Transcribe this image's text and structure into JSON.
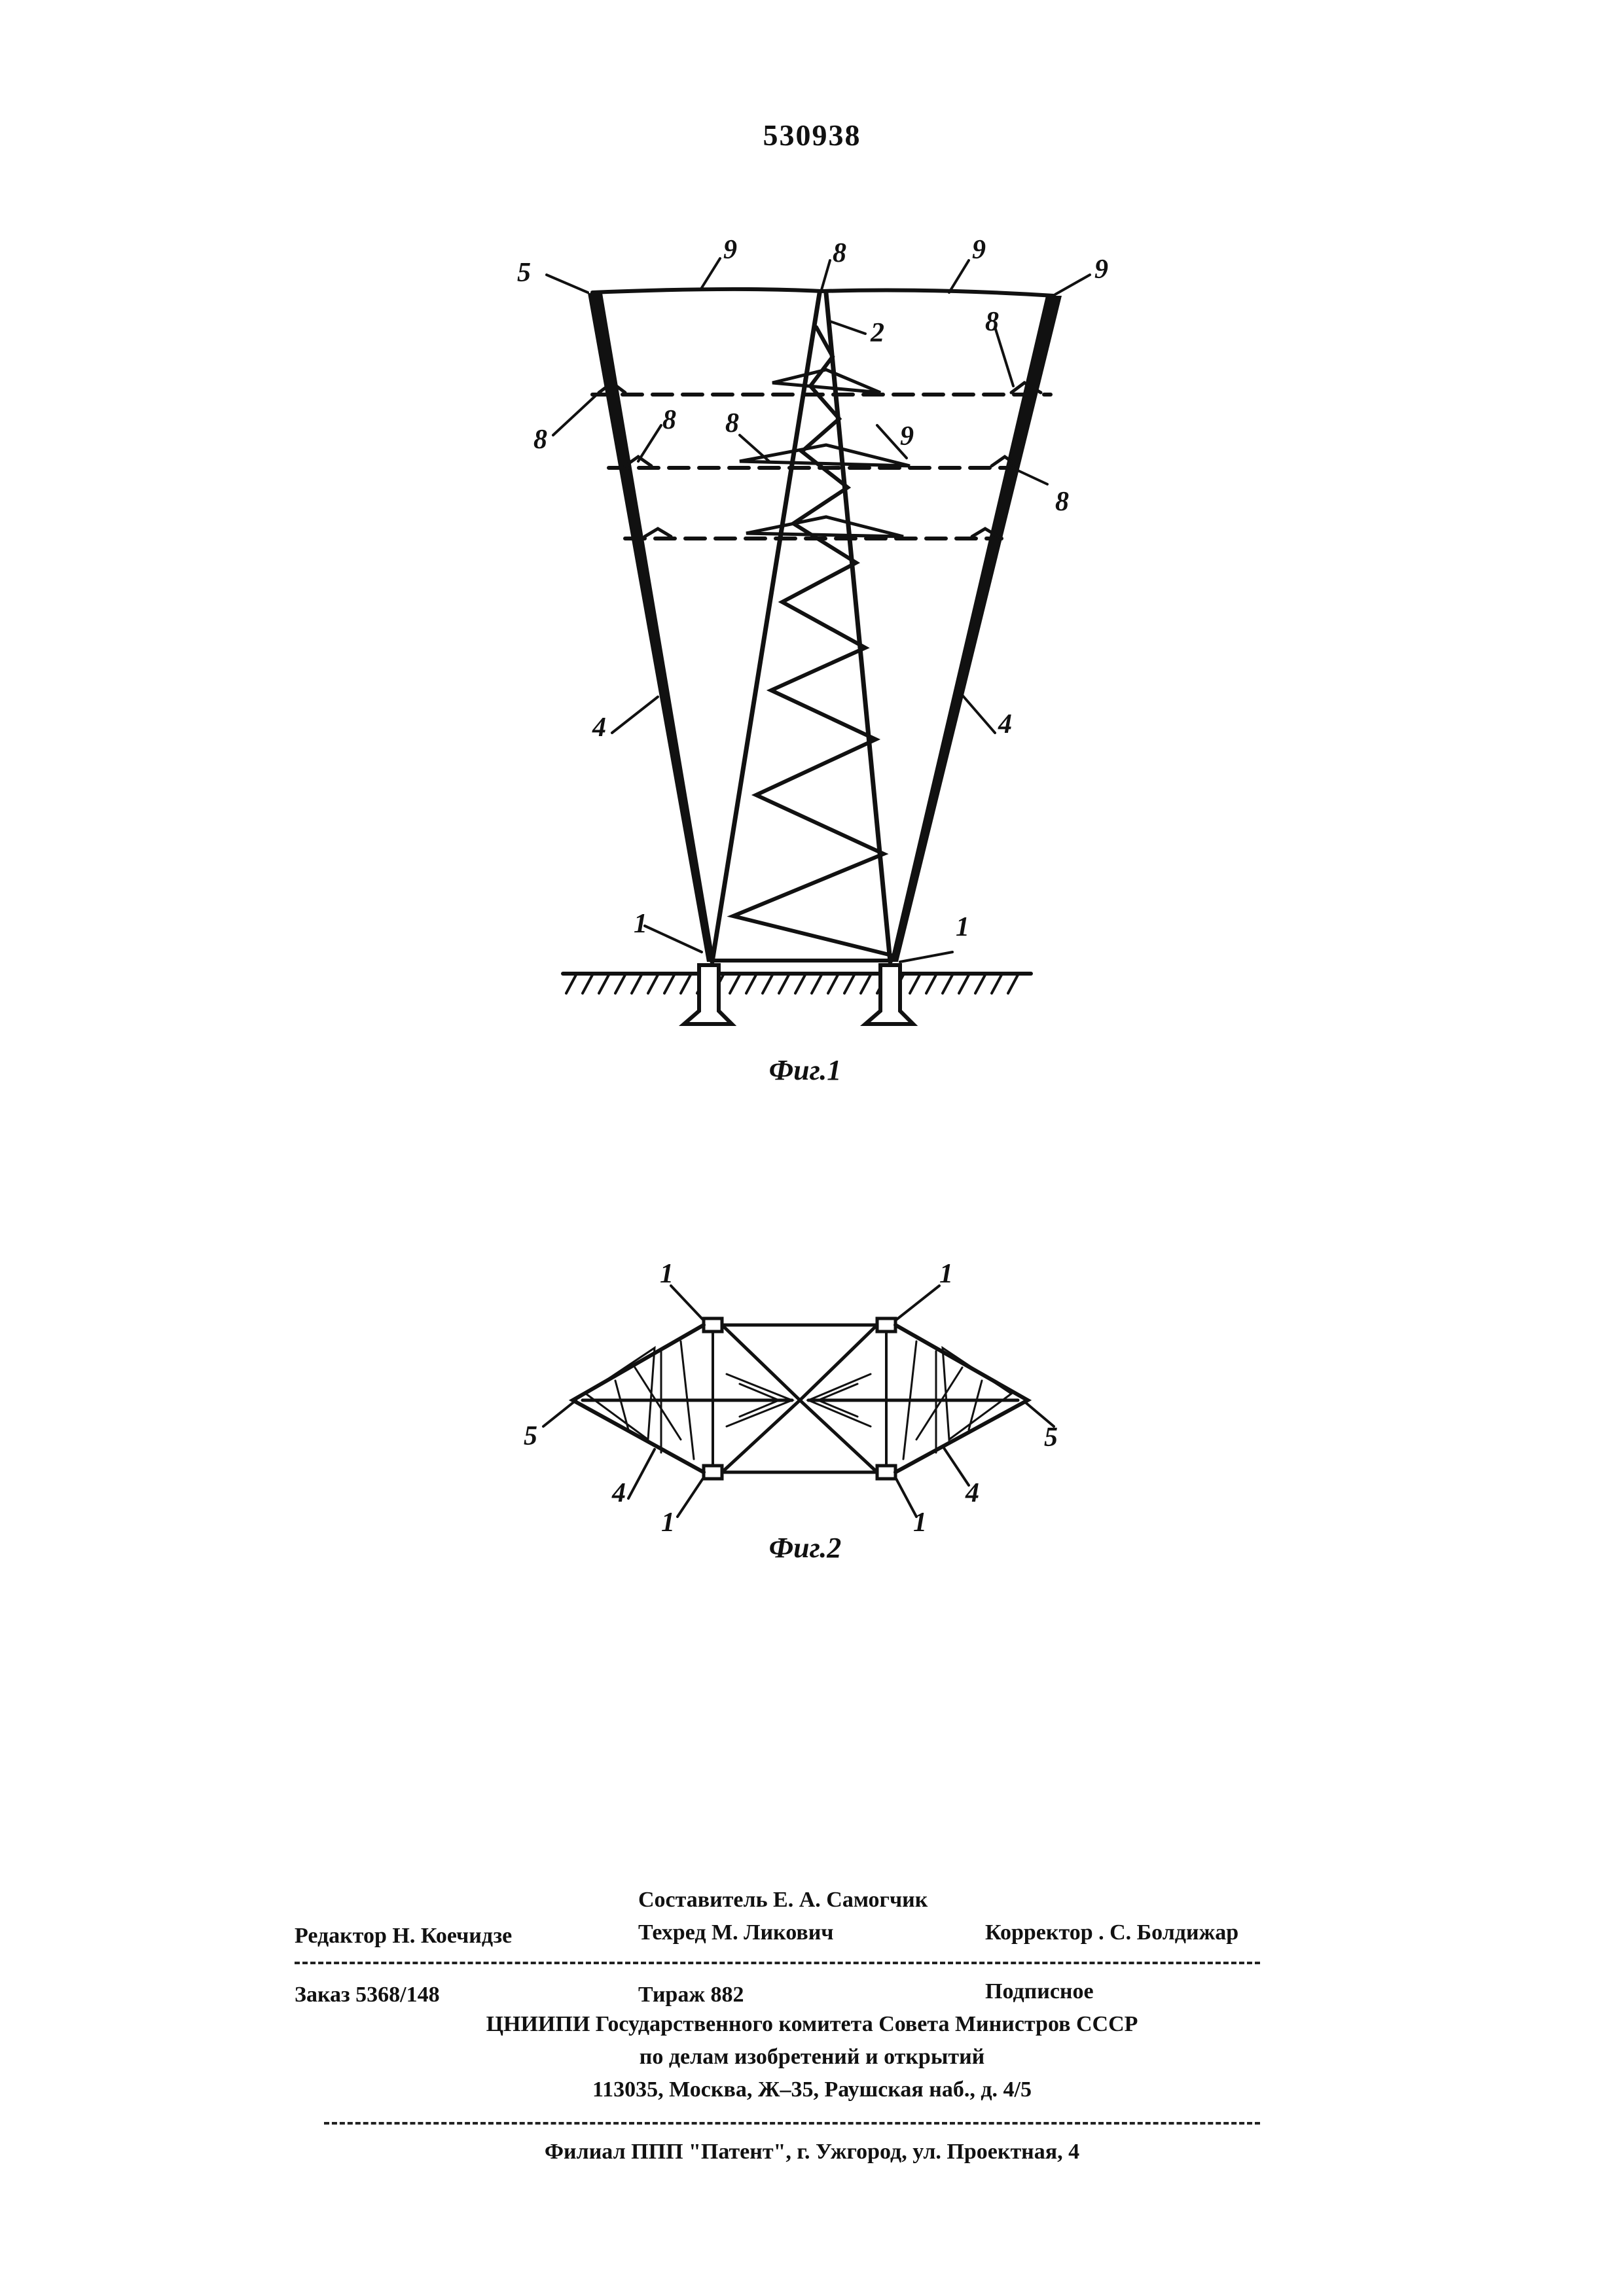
{
  "page_number": "530938",
  "fig1": {
    "caption": "Фиг.1",
    "labels": {
      "l5": "5",
      "l9a": "9",
      "l8top": "8",
      "l9b": "9",
      "l9c": "9",
      "l2a": "2",
      "l8r": "8",
      "l8l": "8",
      "l8b": "8",
      "l8c": "8",
      "l9d": "9",
      "l8d": "8",
      "l4l": "4",
      "l4r": "4",
      "l1l": "1",
      "l1r": "1"
    }
  },
  "fig2": {
    "caption": "Фиг.2",
    "labels": {
      "l1tl": "1",
      "l1tr": "1",
      "l5l": "5",
      "l5r": "5",
      "l4l": "4",
      "l4r": "4",
      "l1bl": "1",
      "l1br": "1"
    }
  },
  "imprint": {
    "compiler": "Составитель Е. А. Самогчик",
    "editor": "Редактор Н. Коечидзе",
    "tech": "Техред М. Ликович",
    "corrector": "Корректор . С. Болдижар",
    "order": "Заказ 5368/148",
    "print_run": "Тираж 882",
    "subscription": "Подписное",
    "org1": "ЦНИИПИ Государственного комитета Совета Министров СССР",
    "org2": "по делам изобретений и открытий",
    "address": "113035, Москва, Ж–35, Раушская наб., д. 4/5",
    "branch": "Филиал ППП \"Патент\", г. Ужгород, ул. Проектная, 4"
  }
}
